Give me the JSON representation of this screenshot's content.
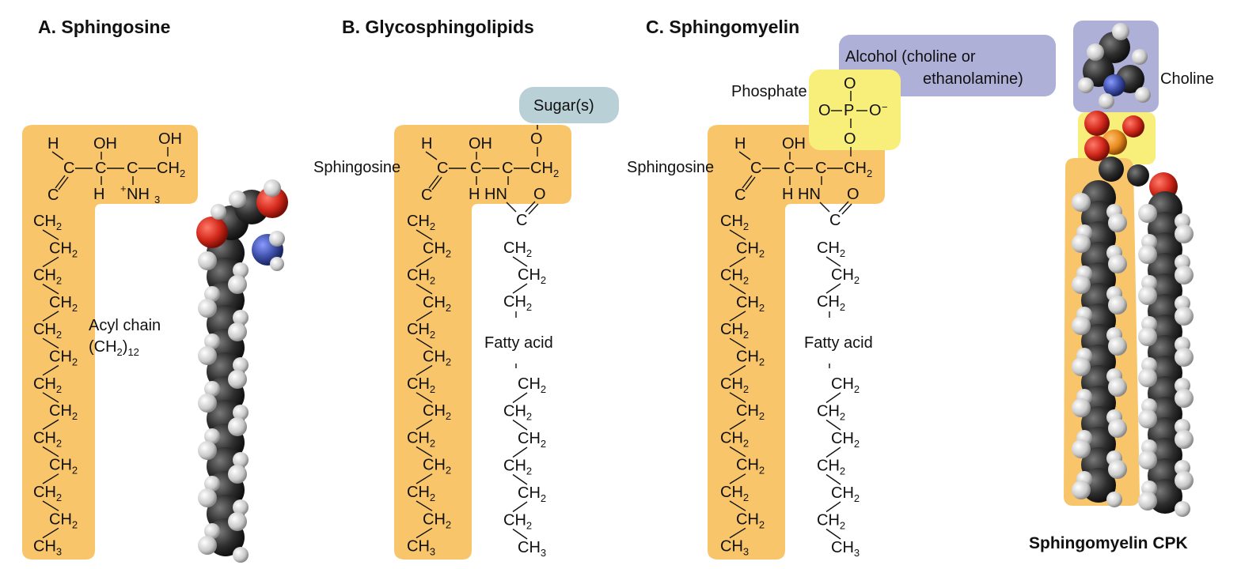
{
  "panels": {
    "a": {
      "title": "A. Sphingosine",
      "acyl_chain": "Acyl chain",
      "acyl_formula": "(CH",
      "acyl_formula_sub": "2",
      "acyl_formula_end": ")",
      "acyl_count": "12"
    },
    "b": {
      "title": "B. Glycosphingolipids",
      "sugar": "Sugar(s)",
      "sphingosine": "Sphingosine",
      "fatty_acid": "Fatty acid"
    },
    "c": {
      "title": "C. Sphingomyelin",
      "alcohol_line1": "Alcohol (choline or",
      "alcohol_line2": "ethanolamine)",
      "phosphate": "Phosphate",
      "sphingosine": "Sphingosine",
      "fatty_acid": "Fatty acid"
    },
    "d": {
      "title": "Sphingomyelin CPK",
      "choline": "Choline"
    }
  },
  "chem": {
    "H": "H",
    "OH": "OH",
    "C": "C",
    "CH": "CH",
    "two": "2",
    "three": "3",
    "NH": "NH",
    "plus": "+",
    "HN": "HN",
    "O": "O",
    "P": "P",
    "minus": "−"
  },
  "colors": {
    "sphingosine_region": "#f8c56a",
    "sugar_region": "#b8d0d6",
    "phosphate_region": "#f8ee7a",
    "alcohol_region": "#aeb0d8",
    "carbon_atom": "#3a3a3a",
    "hydrogen_atom": "#d8d8d8",
    "oxygen_atom": "#d42a1c",
    "nitrogen_atom": "#3d4fa8",
    "phosphorus_atom": "#e88a1e"
  }
}
